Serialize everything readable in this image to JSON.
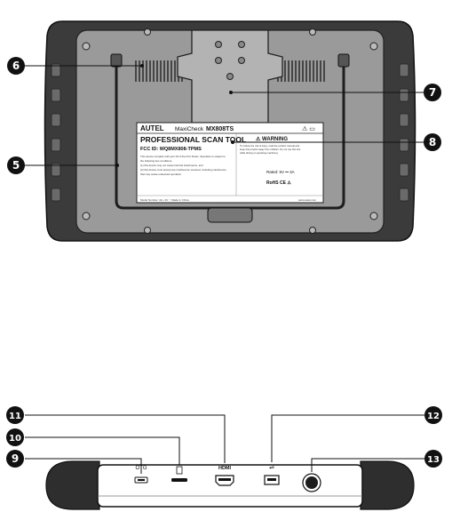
{
  "rear_view": {
    "label_brand": "AUTEL",
    "label_model_prefix": "MaxiCheck",
    "label_model": "MX808TS",
    "label_symbols": "⚠ ▭",
    "label_product": "PROFESSIONAL SCAN TOOL",
    "label_fcc": "FCC ID: WQ8MX808-TPMS",
    "label_fine_1": "This device complies with part 15 of the FCC Rules. Operation is subject to",
    "label_fine_2": "the following two conditions:",
    "label_fine_3": "(1) this device may not cause harmful interference, and",
    "label_fine_4": "(2) this device must accept any interference received, including interference",
    "label_fine_5": "that may cause undesired operation.",
    "label_warning": "⚠ WARNING",
    "label_warning_1": "To reduce the risk of injury, read the product manual and",
    "label_warning_2": "keep this product away from children. Do not use this tool",
    "label_warning_3": "while driving or operating machinery.",
    "label_rating": "Rated: 5V ⎓ 3A",
    "label_rohs": "RoHS  CE  ⚠",
    "label_footer_left": "Model Number: 2A  •  4V ⎓  Made in China",
    "label_footer_right": "www.autel.com"
  },
  "callouts": {
    "c5": "5",
    "c6": "6",
    "c7": "7",
    "c8": "8",
    "c9": "9",
    "c10": "10",
    "c11": "11",
    "c12": "12",
    "c13": "13"
  },
  "port_labels": {
    "otg": "OTG",
    "hdmi": "HDMI",
    "usb": "⇌"
  }
}
